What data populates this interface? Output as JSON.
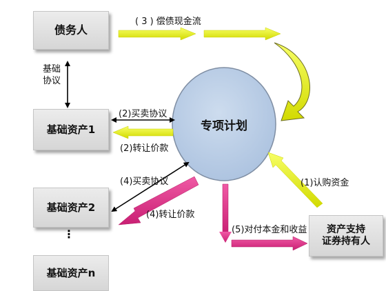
{
  "nodes": {
    "debtor": "债务人",
    "asset1": "基础资产1",
    "asset2": "基础资产2",
    "assetn": "基础资产n",
    "plan": "专项计划",
    "holder_line1": "资产支持",
    "holder_line2": "证券持有人"
  },
  "labels": {
    "repay_cashflow": "( 3 ) 偿债现金流",
    "basic_agreement_line1": "基础",
    "basic_agreement_line2": "协议",
    "sale_agreement_1": "(2)买卖协议",
    "transfer_price_1": "(2)转让价款",
    "sale_agreement_2": "(4)买卖协议",
    "transfer_price_2": "(4)转让价款",
    "subscription": "(1)认购资金",
    "payout": "(5)对付本金和收益"
  },
  "ellipsis": "⋮",
  "colors": {
    "box_fill": "#dcdcdc",
    "plan_fill": "#b8cce4",
    "plan_stroke": "#7f8ea3",
    "yellow": "#e7f000",
    "magenta": "#e4318a",
    "black": "#000000"
  }
}
